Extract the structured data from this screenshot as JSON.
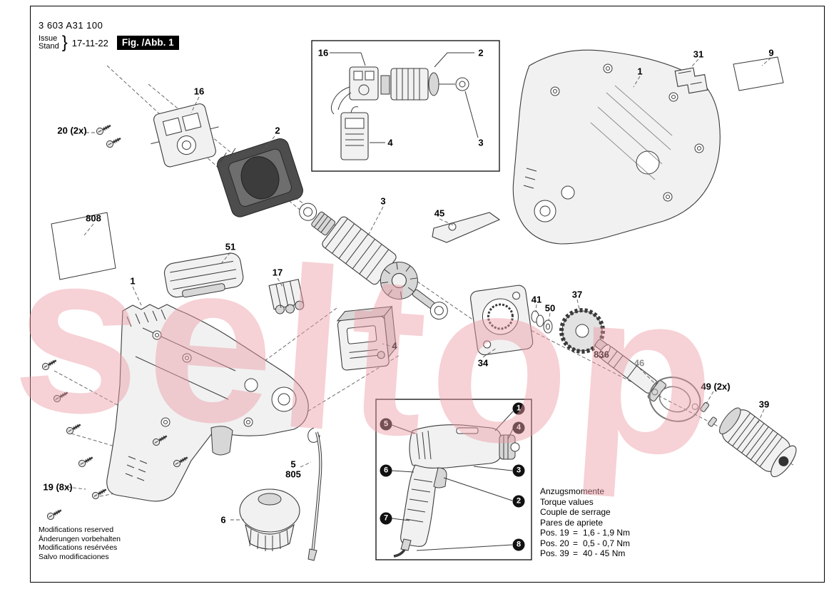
{
  "header": {
    "part_number": "3 603 A31 100",
    "issue_label": "Issue",
    "stand_label": "Stand",
    "brace": "}",
    "date": "17-11-22",
    "figure_label": "Fig. /Abb. 1"
  },
  "watermark": "seltop",
  "labels": {
    "p16": "16",
    "p20": "20 (2x)",
    "p2": "2",
    "p808": "808",
    "p1_left": "1",
    "p51": "51",
    "p17": "17",
    "p3": "3",
    "p45": "45",
    "p4": "4",
    "p34": "34",
    "p41": "41",
    "p50": "50",
    "p37": "37",
    "p836": "836",
    "p46": "46",
    "p49": "49 (2x)",
    "p39": "39",
    "p31": "31",
    "p9": "9",
    "p1_right": "1",
    "p19": "19 (8x)",
    "p5": "5",
    "p805": "805",
    "p6": "6"
  },
  "inset_motor": {
    "l16": "16",
    "l2": "2",
    "l4": "4",
    "l3": "3"
  },
  "inset_overview": {
    "c1": "1",
    "c2": "2",
    "c3": "3",
    "c4": "4",
    "c5": "5",
    "c6": "6",
    "c7": "7",
    "c8": "8"
  },
  "torque": {
    "title_de": "Anzugsmomente",
    "title_en": "Torque values",
    "title_fr": "Couple de serrage",
    "title_es": "Pares de apriete",
    "rows": [
      {
        "pos": "Pos. 19",
        "eq": "=",
        "value": "1,6 - 1,9 Nm"
      },
      {
        "pos": "Pos. 20",
        "eq": "=",
        "value": "0,5 - 0,7 Nm"
      },
      {
        "pos": "Pos. 39",
        "eq": "=",
        "value": "40 - 45 Nm"
      }
    ]
  },
  "footnote": [
    "Modifications reserved",
    "Änderungen vorbehalten",
    "Modifications resérvées",
    "Salvo modificaciones"
  ]
}
